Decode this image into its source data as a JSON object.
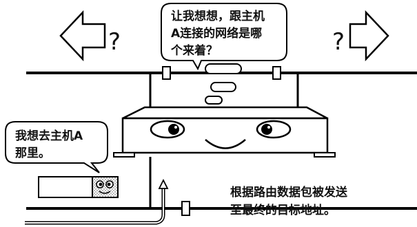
{
  "router_bubble": {
    "lines": [
      "让我想想，跟主机",
      "A连接的网络是哪",
      "个来着？"
    ]
  },
  "packet_bubble": {
    "lines": [
      "我想去主机A",
      "那里。"
    ]
  },
  "caption": {
    "lines": [
      "根据路由数据包被发送",
      "至最终的目标地址。"
    ]
  },
  "left_question": "?",
  "right_question": "?"
}
